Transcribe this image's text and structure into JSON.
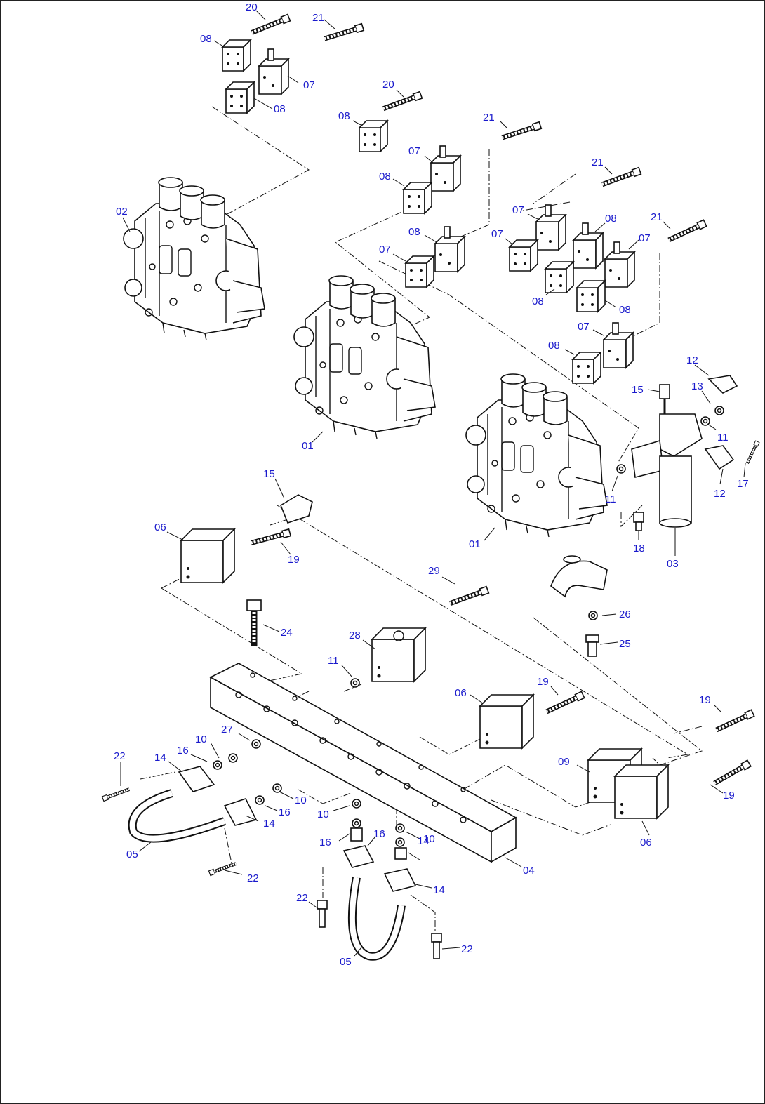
{
  "diagram": {
    "labels": [
      {
        "id": "l1",
        "text": "20"
      },
      {
        "id": "l2",
        "text": "21"
      },
      {
        "id": "l3",
        "text": "08"
      },
      {
        "id": "l4",
        "text": "07"
      },
      {
        "id": "l5",
        "text": "08"
      },
      {
        "id": "l6",
        "text": "20"
      },
      {
        "id": "l7",
        "text": "08"
      },
      {
        "id": "l8",
        "text": "21"
      },
      {
        "id": "l9",
        "text": "07"
      },
      {
        "id": "l10",
        "text": "08"
      },
      {
        "id": "l11",
        "text": "21"
      },
      {
        "id": "l12",
        "text": "07"
      },
      {
        "id": "l13",
        "text": "08"
      },
      {
        "id": "l14",
        "text": "07"
      },
      {
        "id": "l15",
        "text": "08"
      },
      {
        "id": "l16",
        "text": "07"
      },
      {
        "id": "l17",
        "text": "21"
      },
      {
        "id": "l18",
        "text": "07"
      },
      {
        "id": "l19",
        "text": "08"
      },
      {
        "id": "l20",
        "text": "08"
      },
      {
        "id": "l21",
        "text": "07"
      },
      {
        "id": "l22",
        "text": "08"
      },
      {
        "id": "l23",
        "text": "02"
      },
      {
        "id": "l24",
        "text": "01"
      },
      {
        "id": "l25",
        "text": "12"
      },
      {
        "id": "l26",
        "text": "15"
      },
      {
        "id": "l27",
        "text": "13"
      },
      {
        "id": "l28",
        "text": "11"
      },
      {
        "id": "l29",
        "text": "17"
      },
      {
        "id": "l30",
        "text": "12"
      },
      {
        "id": "l31",
        "text": "11"
      },
      {
        "id": "l32",
        "text": "15"
      },
      {
        "id": "l33",
        "text": "06"
      },
      {
        "id": "l34",
        "text": "19"
      },
      {
        "id": "l35",
        "text": "01"
      },
      {
        "id": "l36",
        "text": "18"
      },
      {
        "id": "l37",
        "text": "03"
      },
      {
        "id": "l38",
        "text": "29"
      },
      {
        "id": "l39",
        "text": "26"
      },
      {
        "id": "l40",
        "text": "24"
      },
      {
        "id": "l41",
        "text": "28"
      },
      {
        "id": "l42",
        "text": "25"
      },
      {
        "id": "l43",
        "text": "11"
      },
      {
        "id": "l44",
        "text": "19"
      },
      {
        "id": "l45",
        "text": "06"
      },
      {
        "id": "l46",
        "text": "19"
      },
      {
        "id": "l47",
        "text": "27"
      },
      {
        "id": "l48",
        "text": "10"
      },
      {
        "id": "l49",
        "text": "09"
      },
      {
        "id": "l50",
        "text": "22"
      },
      {
        "id": "l51",
        "text": "14"
      },
      {
        "id": "l52",
        "text": "16"
      },
      {
        "id": "l53",
        "text": "19"
      },
      {
        "id": "l54",
        "text": "16"
      },
      {
        "id": "l55",
        "text": "10"
      },
      {
        "id": "l56",
        "text": "10"
      },
      {
        "id": "l57",
        "text": "14"
      },
      {
        "id": "l58",
        "text": "16"
      },
      {
        "id": "l59",
        "text": "14"
      },
      {
        "id": "l60",
        "text": "10"
      },
      {
        "id": "l61",
        "text": "06"
      },
      {
        "id": "l62",
        "text": "05"
      },
      {
        "id": "l63",
        "text": "16"
      },
      {
        "id": "l64",
        "text": "22"
      },
      {
        "id": "l65",
        "text": "04"
      },
      {
        "id": "l66",
        "text": "14"
      },
      {
        "id": "l67",
        "text": "22"
      },
      {
        "id": "l68",
        "text": "05"
      },
      {
        "id": "l69",
        "text": "22"
      }
    ]
  }
}
